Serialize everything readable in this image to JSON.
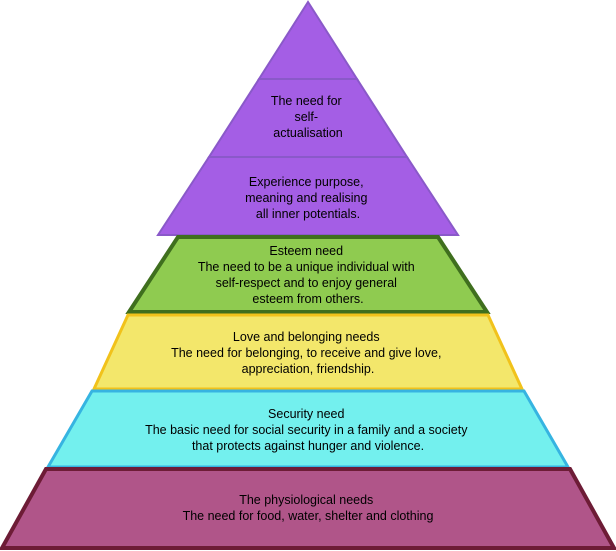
{
  "pyramid": {
    "levels": [
      {
        "id": "self-actualisation",
        "lines": [
          "The need for",
          "self-",
          "actualisation"
        ],
        "fill": "#a45ee5",
        "stroke": "#8a59c9"
      },
      {
        "id": "self-actualisation-detail",
        "lines": [
          "Experience purpose,",
          "meaning and realising",
          "all inner potentials."
        ],
        "fill": "#a45ee5",
        "stroke": "#8a59c9"
      },
      {
        "id": "esteem",
        "lines": [
          "Esteem need",
          "The need to be a unique individual with",
          "self-respect and to enjoy general",
          "esteem from others."
        ],
        "fill": "#8fcb50",
        "stroke": "#3f6f1e"
      },
      {
        "id": "love-belonging",
        "lines": [
          "Love and belonging needs",
          "The need for belonging, to receive and give love,",
          "appreciation, friendship."
        ],
        "fill": "#f3e76b",
        "stroke": "#f1c21b"
      },
      {
        "id": "security",
        "lines": [
          "Security need",
          "The basic need for social security in a family and a society",
          "that protects against hunger and violence."
        ],
        "fill": "#73f0ee",
        "stroke": "#36b4e1"
      },
      {
        "id": "physiological",
        "lines": [
          "The physiological needs",
          "The need for food, water, shelter and clothing"
        ],
        "fill": "#b05589",
        "stroke": "#6d1c36"
      }
    ]
  }
}
